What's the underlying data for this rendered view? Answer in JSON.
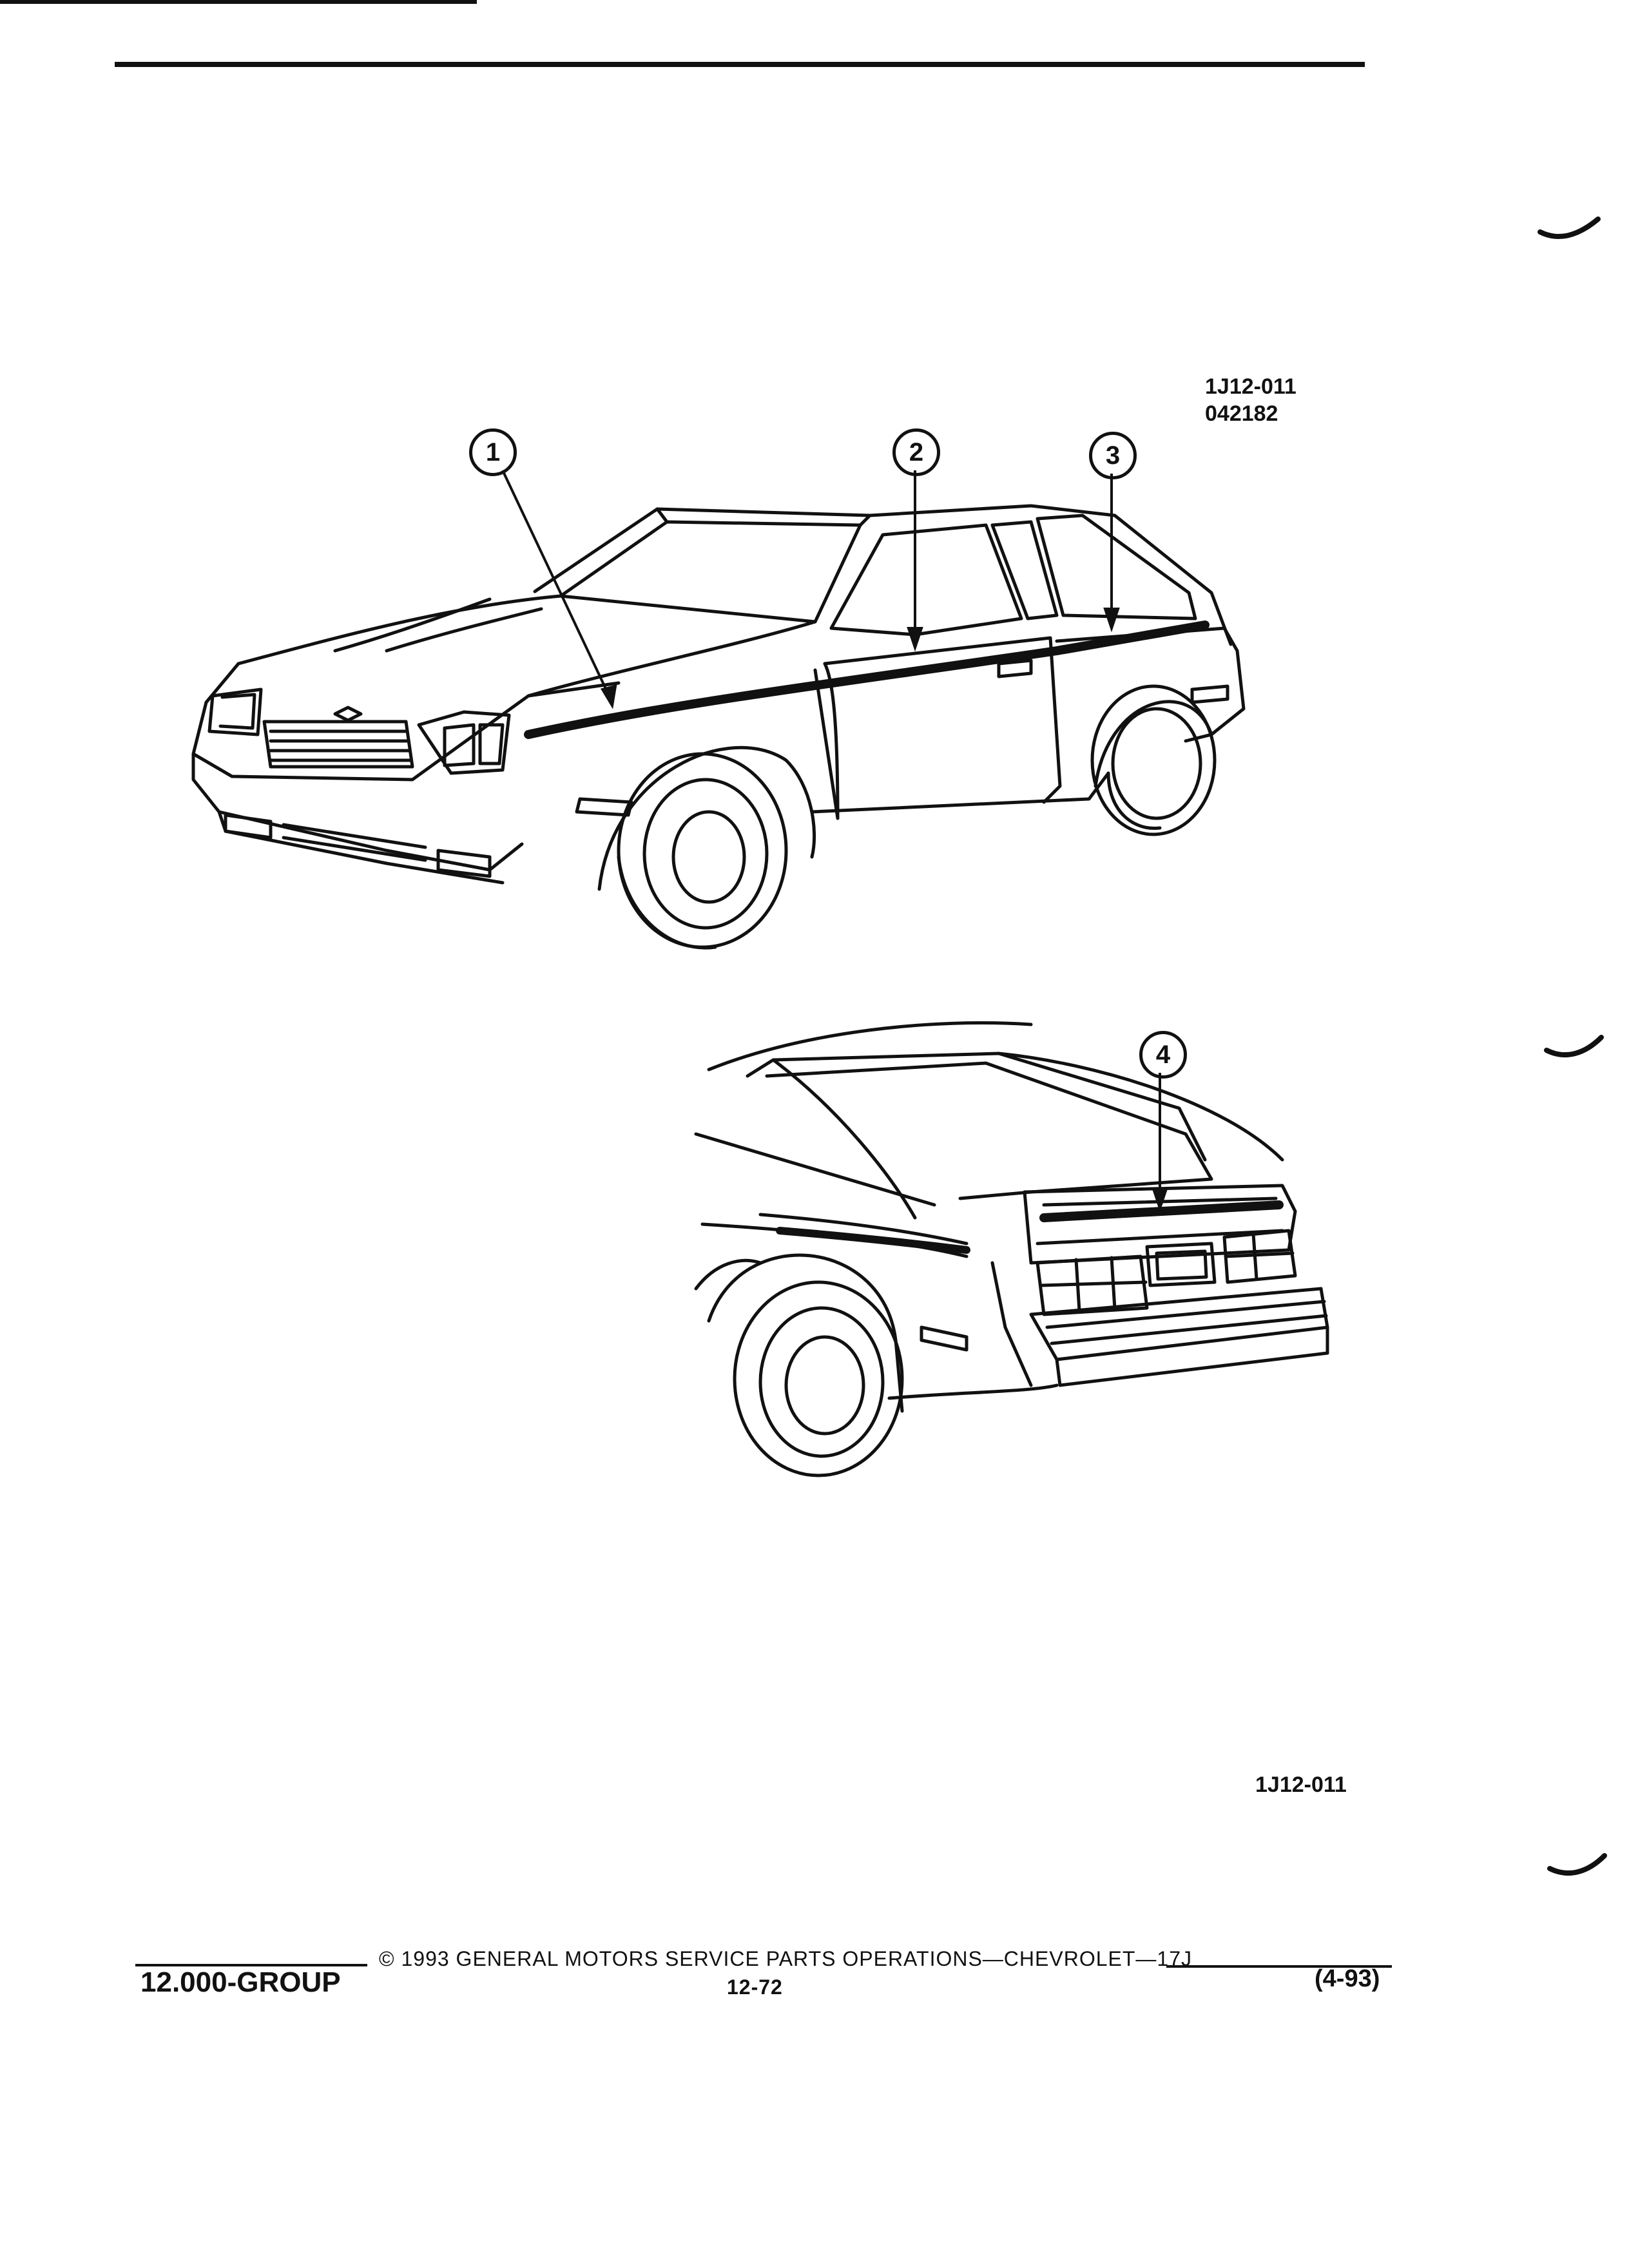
{
  "figure": {
    "code_top": "1J12-011",
    "date_code": "042182",
    "code_bottom": "1J12-011",
    "callouts": [
      "1",
      "2",
      "3",
      "4"
    ]
  },
  "footer": {
    "copyright": "© 1993 GENERAL MOTORS SERVICE PARTS OPERATIONS—CHEVROLET—17J",
    "group": "12.000-GROUP",
    "page_number": "12-72",
    "revision": "(4-93)"
  }
}
